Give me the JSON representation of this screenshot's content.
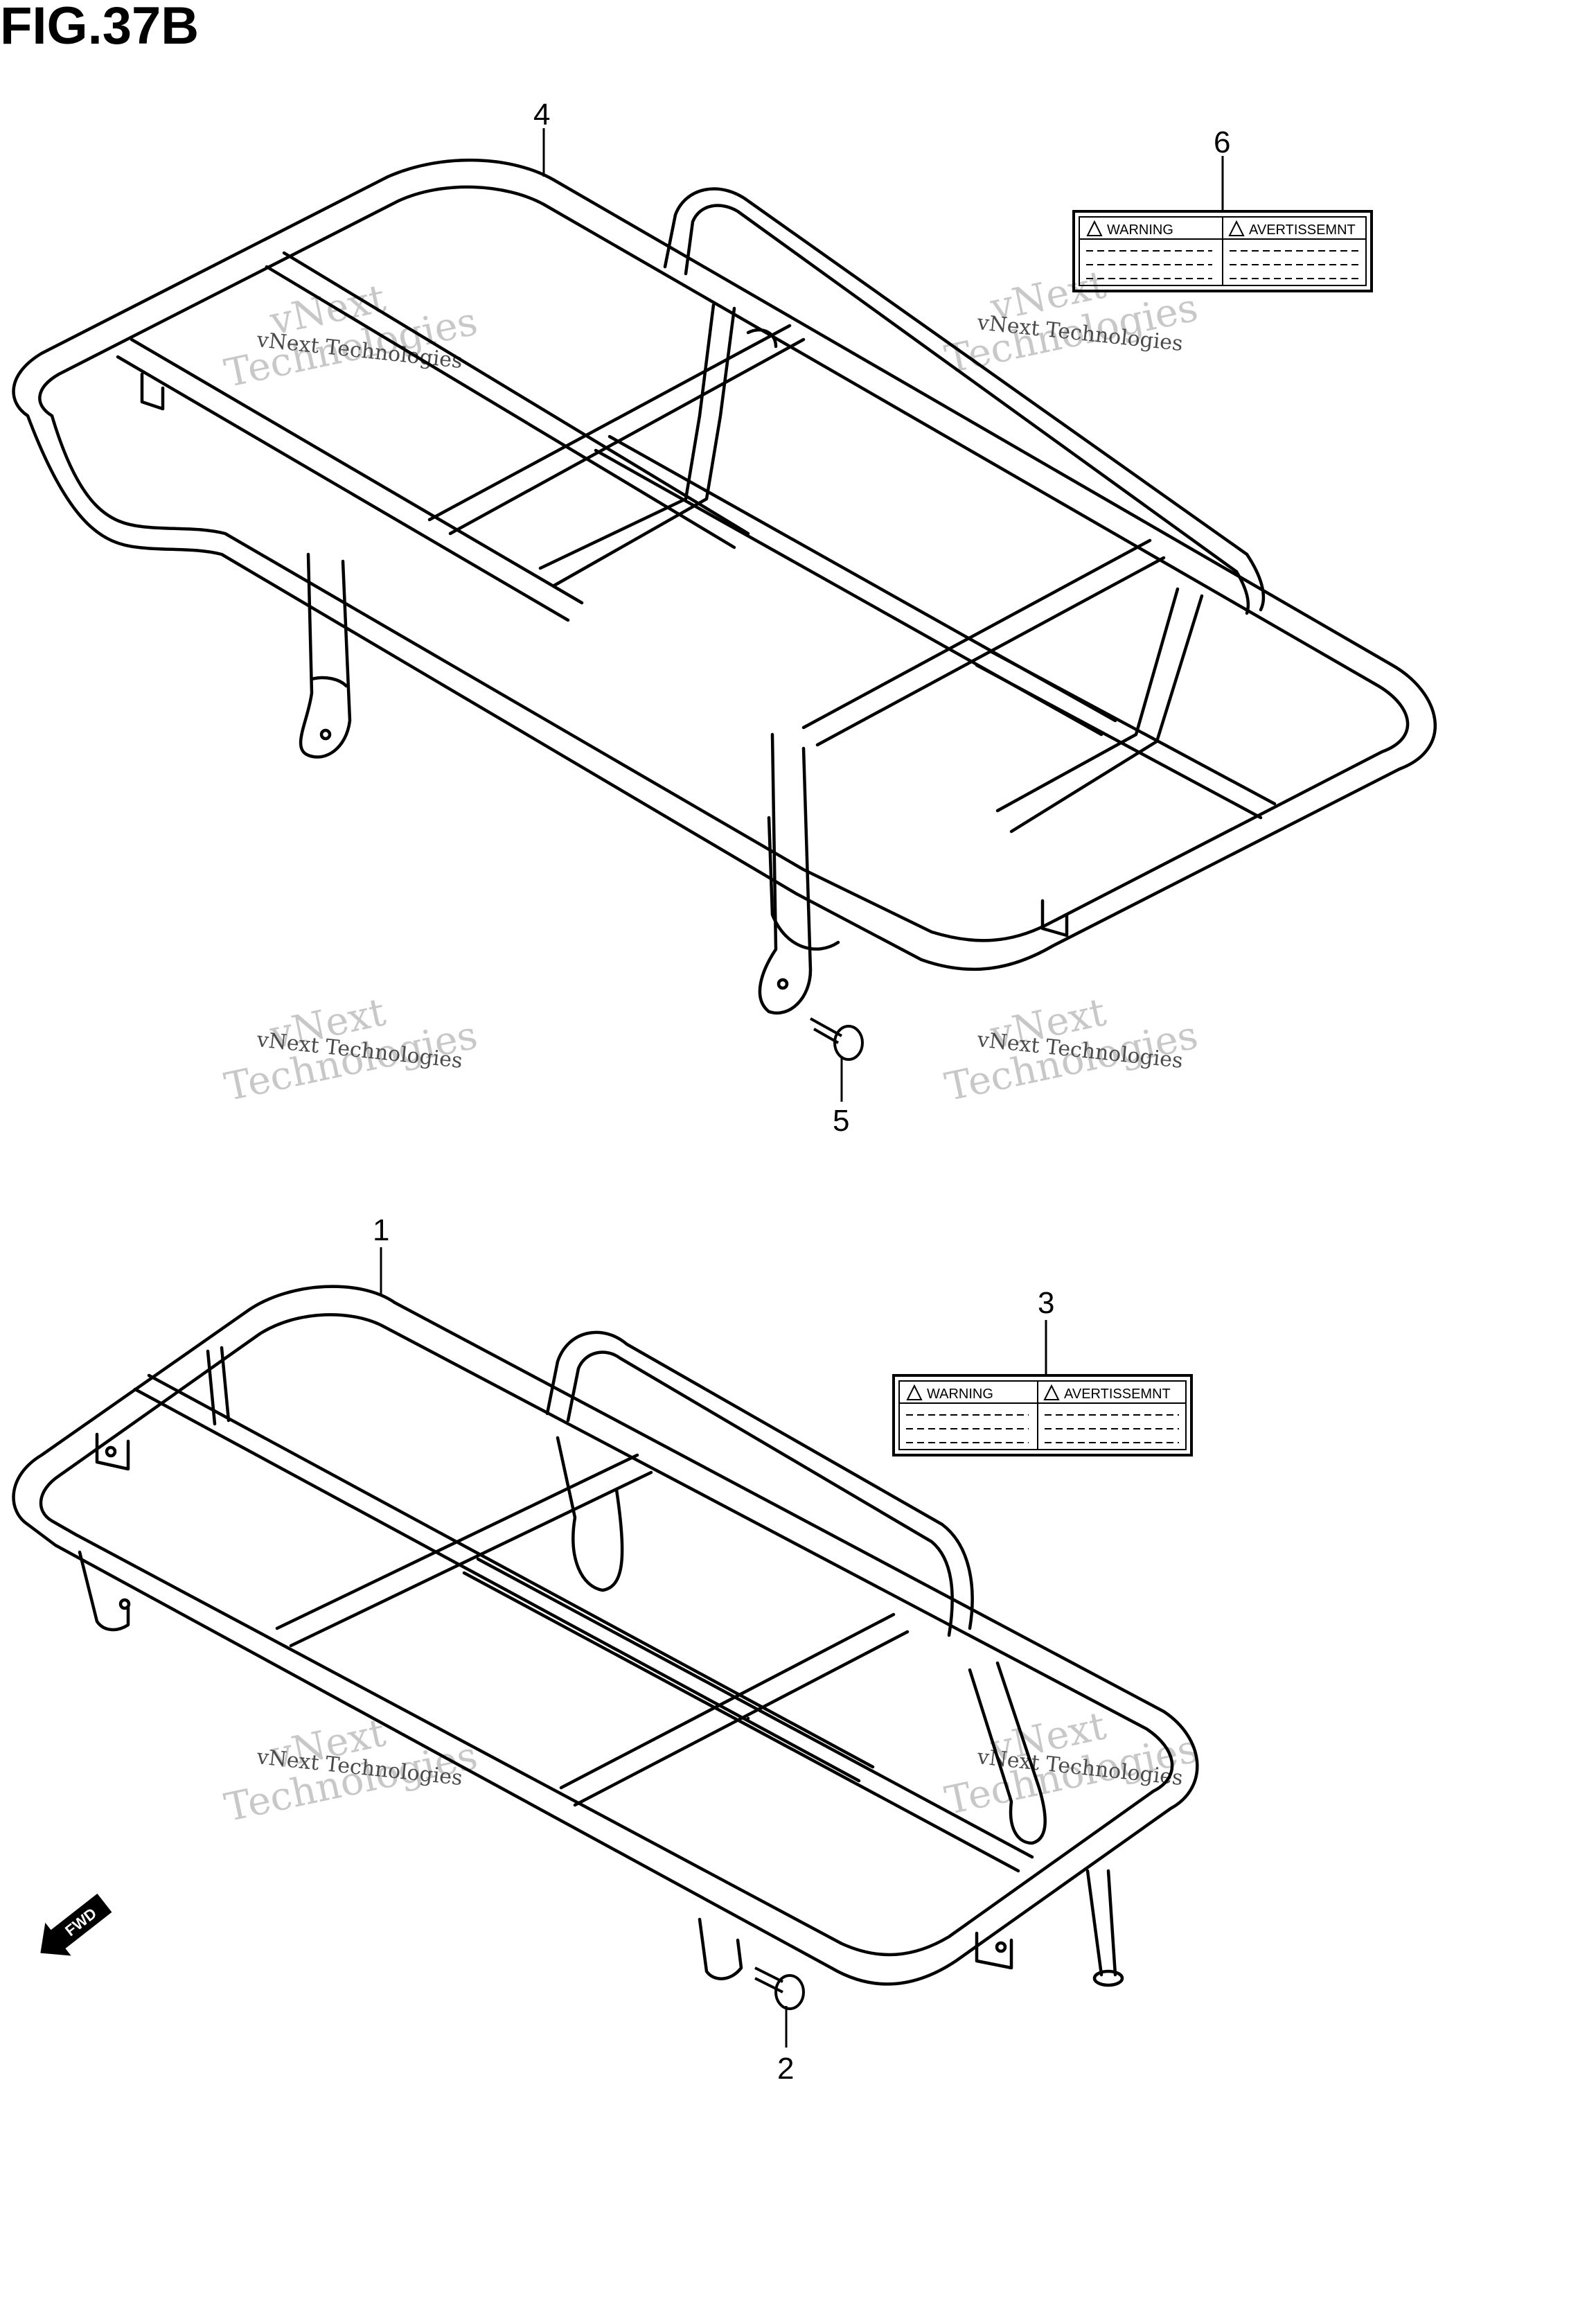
{
  "figure": {
    "title": "FIG.37B"
  },
  "callouts": [
    {
      "id": "4",
      "label": "4"
    },
    {
      "id": "6",
      "label": "6"
    },
    {
      "id": "5",
      "label": "5"
    },
    {
      "id": "1",
      "label": "1"
    },
    {
      "id": "3",
      "label": "3"
    },
    {
      "id": "2",
      "label": "2"
    }
  ],
  "warning_labels": [
    {
      "id": "label-6",
      "left_text": "WARNING",
      "right_text": "AVERTISSEMNT"
    },
    {
      "id": "label-3",
      "left_text": "WARNING",
      "right_text": "AVERTISSEMNT"
    }
  ],
  "fwd_indicator": {
    "text": "FWD"
  },
  "watermark": {
    "line1": "vNext",
    "line2": "Technologies",
    "small": "vNext Technologies"
  }
}
